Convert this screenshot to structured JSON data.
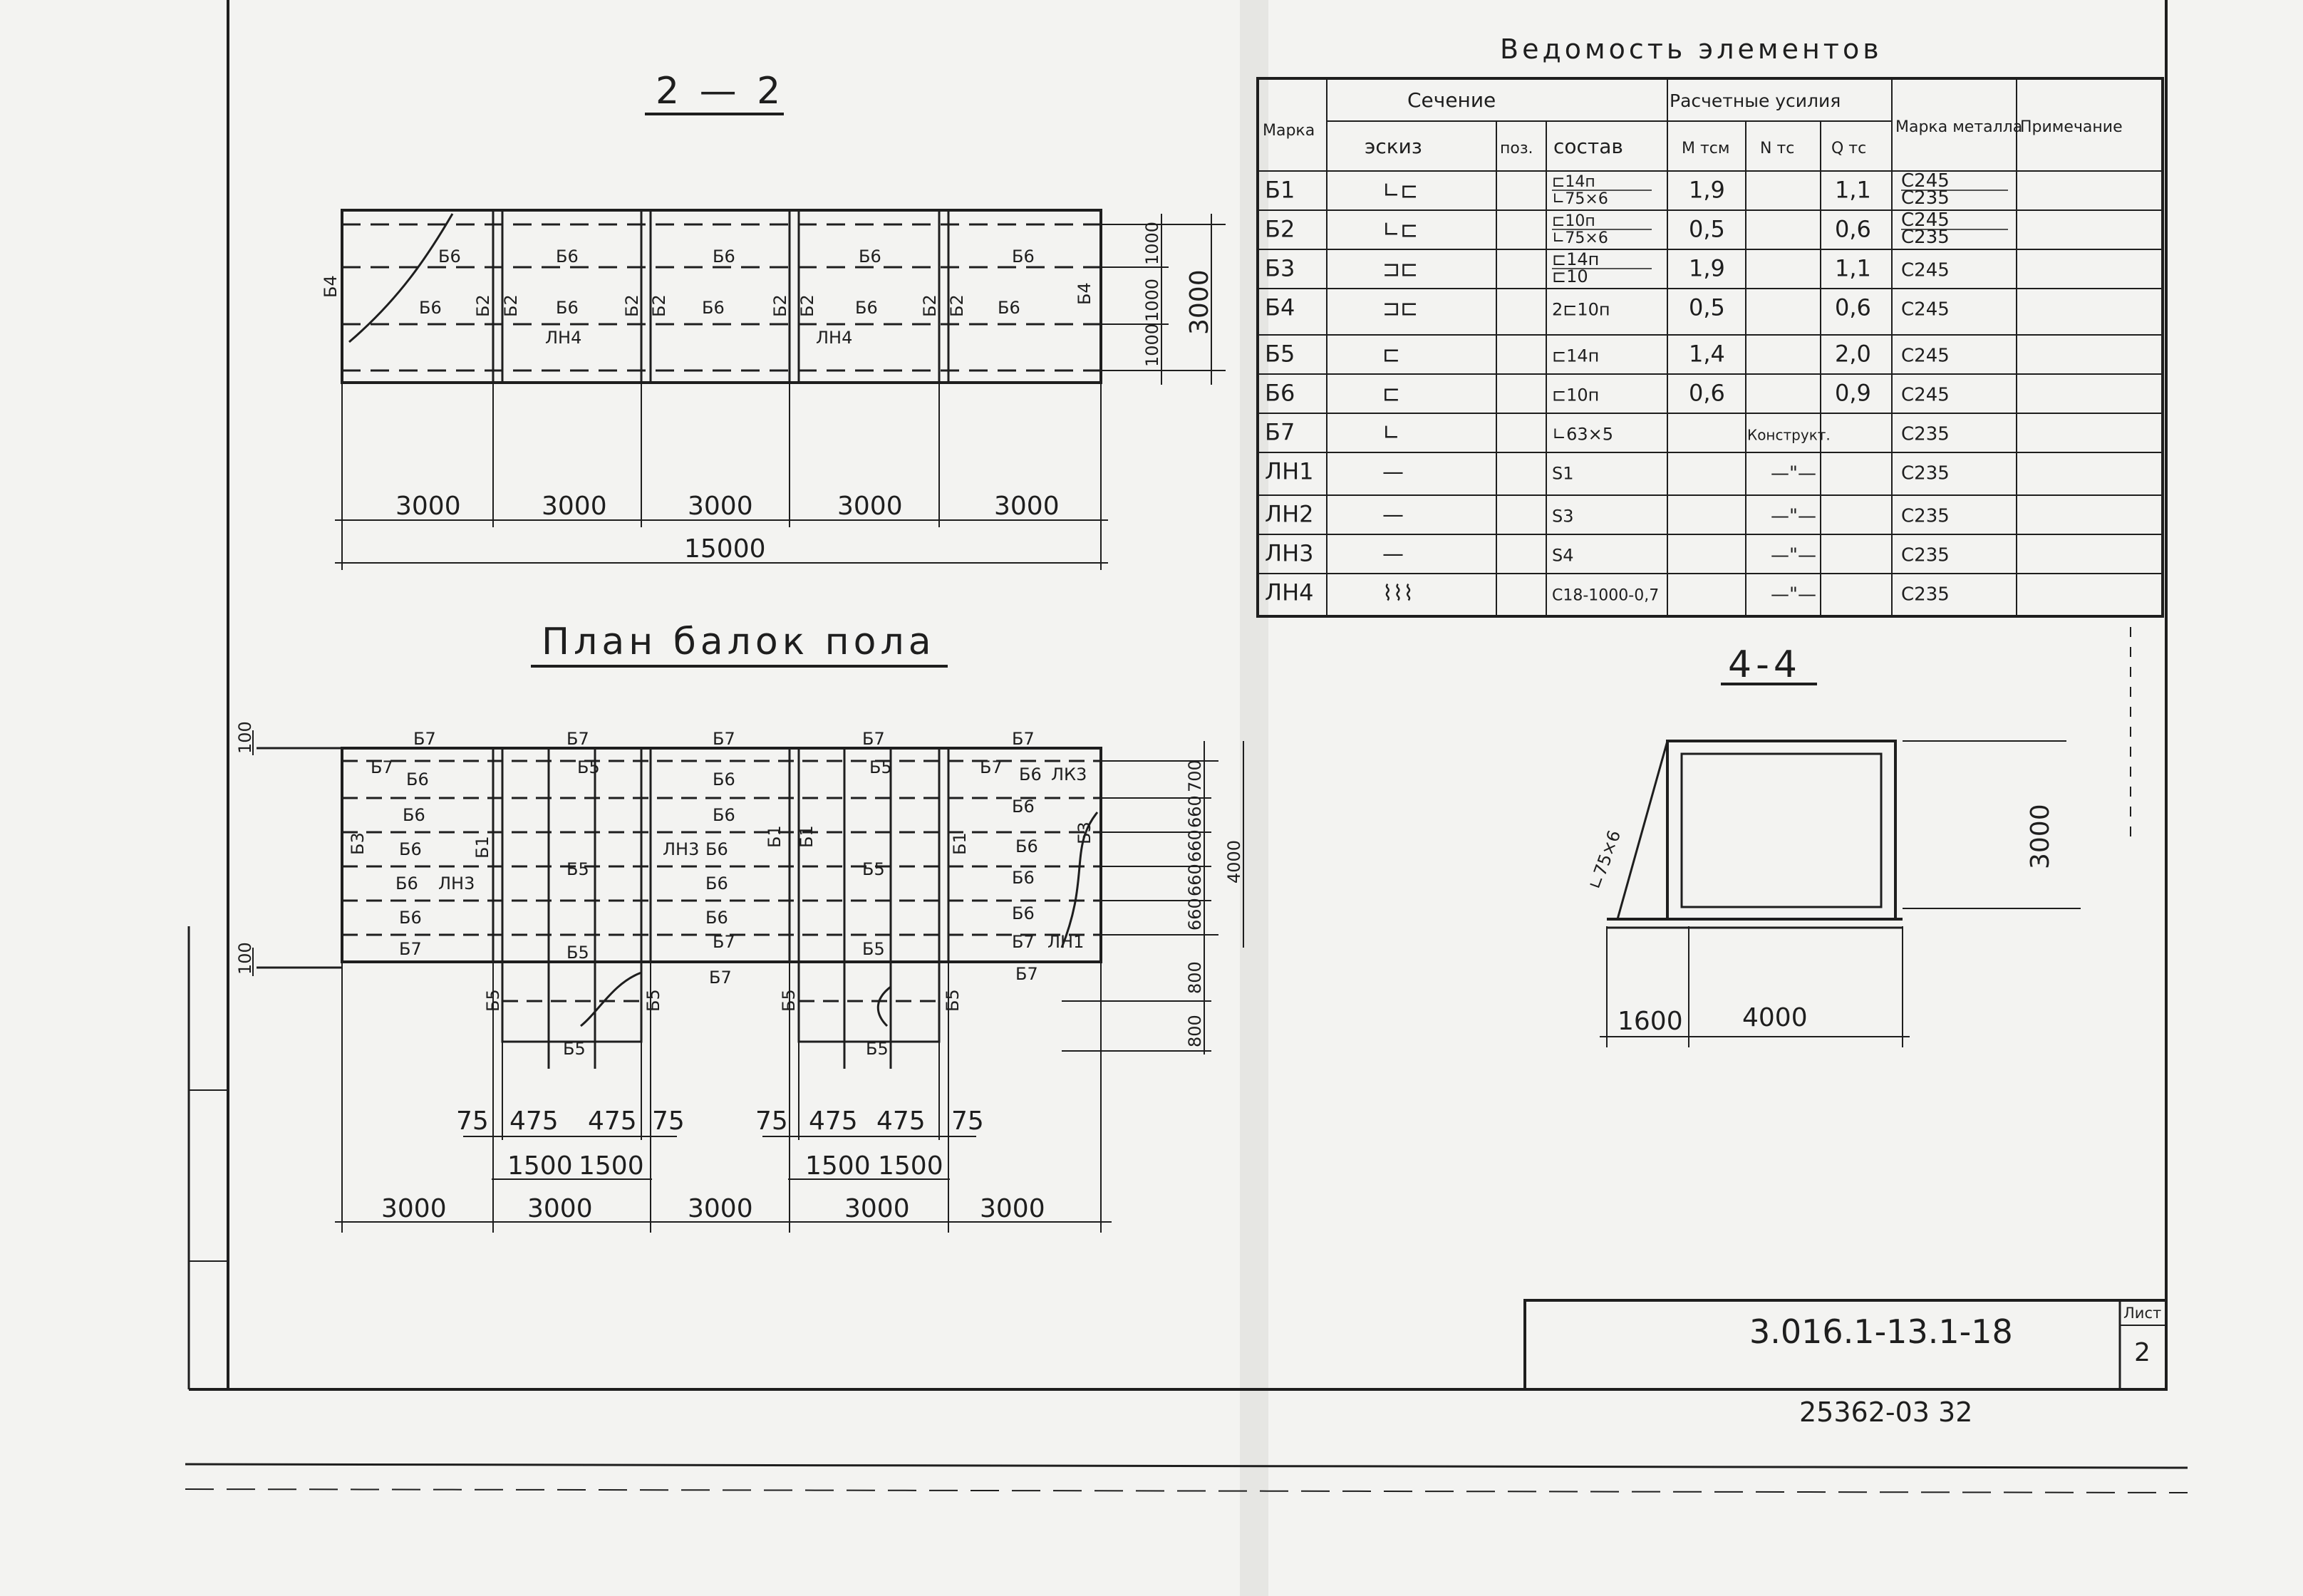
{
  "section_22": {
    "title": "2 — 2",
    "bays": [
      "3000",
      "3000",
      "3000",
      "3000",
      "3000"
    ],
    "total": "15000",
    "height_dims": [
      "1000",
      "1000",
      "1000",
      "3000"
    ],
    "labels": {
      "b6": "Б6",
      "b2": "Б2",
      "b4": "Б4",
      "ln4": "ЛН4"
    }
  },
  "plan": {
    "title": "План балок пола",
    "bays_bottom": [
      "3000",
      "3000",
      "3000",
      "3000",
      "3000"
    ],
    "sub_dims_1": [
      "75",
      "475",
      "475",
      "75"
    ],
    "sub_dims_2": [
      "75",
      "475",
      "475",
      "75"
    ],
    "sub_1500": [
      "1500",
      "1500",
      "1500",
      "1500"
    ],
    "right_dims": [
      "700",
      "660",
      "660",
      "660",
      "660",
      "800",
      "800"
    ],
    "right_total": "4000",
    "left_dims": [
      "100",
      "100"
    ],
    "labels": {
      "b1": "Б1",
      "b3": "Б3",
      "b5": "Б5",
      "b6": "Б6",
      "b7": "Б7",
      "lk3": "ЛК3",
      "ln1": "ЛН1",
      "ln3": "ЛН3"
    }
  },
  "table": {
    "title": "Ведомость элементов",
    "headers": {
      "marka": "Марка",
      "sechenie": "Сечение",
      "eskiz": "эскиз",
      "poz": "поз.",
      "sostav": "состав",
      "usiliya": "Расчетные усилия",
      "m": "M тсм",
      "n": "N тс",
      "q": "Q тс",
      "metal": "Марка металла",
      "note": "Примечание"
    },
    "rows": [
      {
        "marka": "Б1",
        "eskiz": "∟⊏",
        "sostav": "⊏14п / ∟75×6",
        "m": "1,9",
        "n": "",
        "q": "1,1",
        "metal": "С245 / С235"
      },
      {
        "marka": "Б2",
        "eskiz": "∟⊏",
        "sostav": "⊏10п / ∟75×6",
        "m": "0,5",
        "n": "",
        "q": "0,6",
        "metal": "С245 / С235"
      },
      {
        "marka": "Б3",
        "eskiz": "⊐⊏",
        "sostav": "⊏14п / ⊏10",
        "m": "1,9",
        "n": "",
        "q": "1,1",
        "metal": "С245"
      },
      {
        "marka": "Б4",
        "eskiz": "⊐⊏",
        "sostav": "2⊏10п",
        "m": "0,5",
        "n": "",
        "q": "0,6",
        "metal": "С245"
      },
      {
        "marka": "Б5",
        "eskiz": "⊏",
        "sostav": "⊏14п",
        "m": "1,4",
        "n": "",
        "q": "2,0",
        "metal": "С245"
      },
      {
        "marka": "Б6",
        "eskiz": "⊏",
        "sostav": "⊏10п",
        "m": "0,6",
        "n": "",
        "q": "0,9",
        "metal": "С245"
      },
      {
        "marka": "Б7",
        "eskiz": "∟",
        "sostav": "∟63×5",
        "m": "",
        "n": "Конструкт.",
        "q": "",
        "metal": "С235"
      },
      {
        "marka": "ЛН1",
        "eskiz": "—",
        "sostav": "S1",
        "m": "",
        "n": "—\"—",
        "q": "",
        "metal": "С235"
      },
      {
        "marka": "ЛН2",
        "eskiz": "—",
        "sostav": "S3",
        "m": "",
        "n": "—\"—",
        "q": "",
        "metal": "С235"
      },
      {
        "marka": "ЛН3",
        "eskiz": "—",
        "sostav": "S4",
        "m": "",
        "n": "—\"—",
        "q": "",
        "metal": "С235"
      },
      {
        "marka": "ЛН4",
        "eskiz": "⌇⌇⌇",
        "sostav": "С18-1000-0,7",
        "m": "",
        "n": "—\"—",
        "q": "",
        "metal": "С235"
      }
    ]
  },
  "section_44": {
    "title": "4-4",
    "angle_label": "∟75×6",
    "height": "3000",
    "dims": [
      "1600",
      "4000"
    ]
  },
  "stamp": {
    "code": "3.016.1-13.1-18",
    "sheet_label": "Лист",
    "sheet_no": "2",
    "archive": "25362-03 32"
  }
}
